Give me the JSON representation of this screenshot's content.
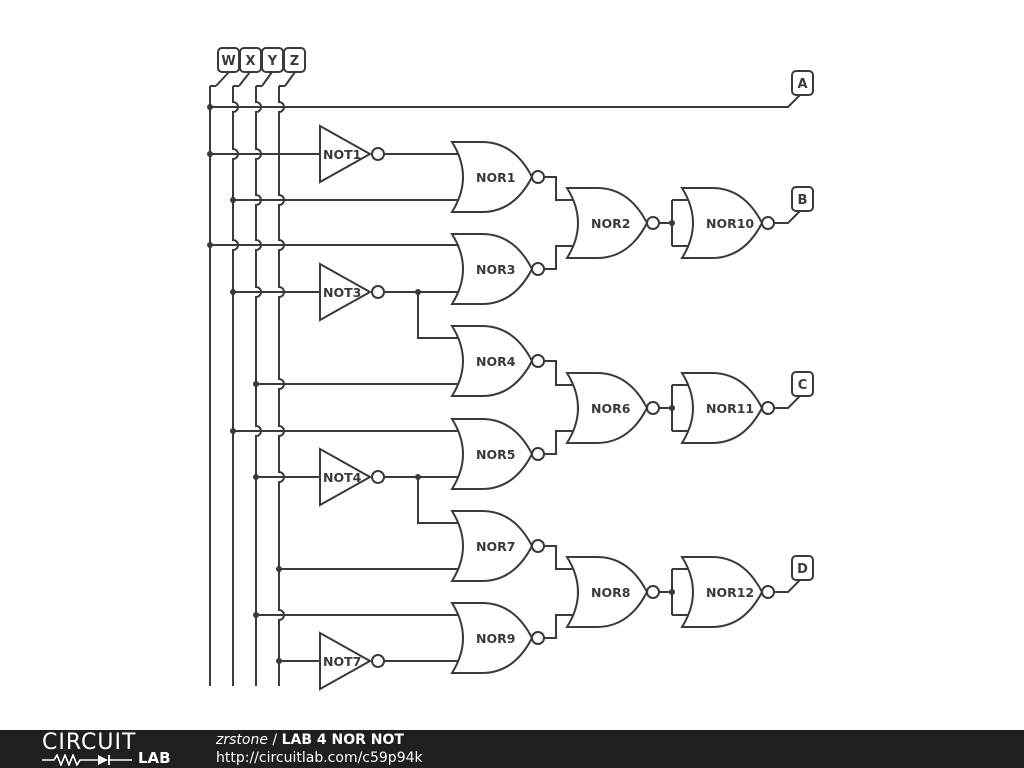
{
  "inputs": [
    "W",
    "X",
    "Y",
    "Z"
  ],
  "outputs": [
    "A",
    "B",
    "C",
    "D"
  ],
  "gates": {
    "not1": "NOT1",
    "not3": "NOT3",
    "not4": "NOT4",
    "not7": "NOT7",
    "nor1": "NOR1",
    "nor2": "NOR2",
    "nor3": "NOR3",
    "nor4": "NOR4",
    "nor5": "NOR5",
    "nor6": "NOR6",
    "nor7": "NOR7",
    "nor8": "NOR8",
    "nor9": "NOR9",
    "nor10": "NOR10",
    "nor11": "NOR11",
    "nor12": "NOR12"
  },
  "footer": {
    "logo_top": "CIRCUIT",
    "logo_bottom": "LAB",
    "author": "zrstone",
    "separator": " / ",
    "project": "LAB 4 NOR NOT",
    "url": "http://circuitlab.com/c59p94k"
  }
}
